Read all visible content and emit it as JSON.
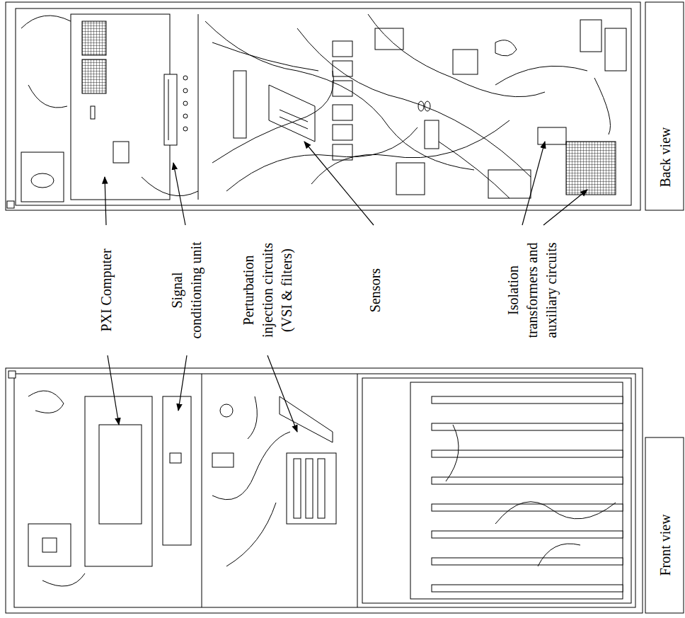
{
  "diagram": {
    "labels": [
      "PXI Computer",
      "Signal conditioning unit",
      "Perturbation injection circuits (VSI & filters)",
      "Sensors",
      "Isolation transformers and auxiliary circuits",
      "Back view",
      "Front view"
    ]
  }
}
